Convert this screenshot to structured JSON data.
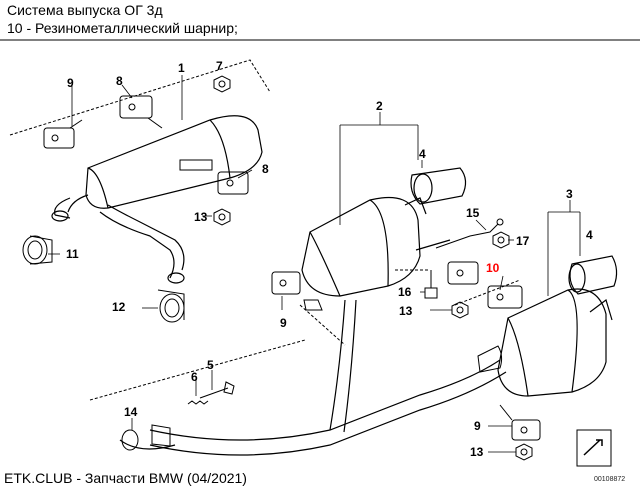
{
  "header": {
    "title": "Система выпуска ОГ 3д",
    "subtitle": "10 - Резинометаллический шарнир;"
  },
  "diagram": {
    "highlight_color": "#ff0000",
    "callouts": [
      "1",
      "2",
      "3",
      "4",
      "4",
      "5",
      "6",
      "7",
      "8",
      "8",
      "9",
      "9",
      "9",
      "10",
      "11",
      "12",
      "13",
      "13",
      "13",
      "14",
      "15",
      "16",
      "17"
    ],
    "doc_number": "00108872"
  },
  "footer": {
    "text": "ETK.CLUB - Запчасти BMW (04/2021)"
  }
}
